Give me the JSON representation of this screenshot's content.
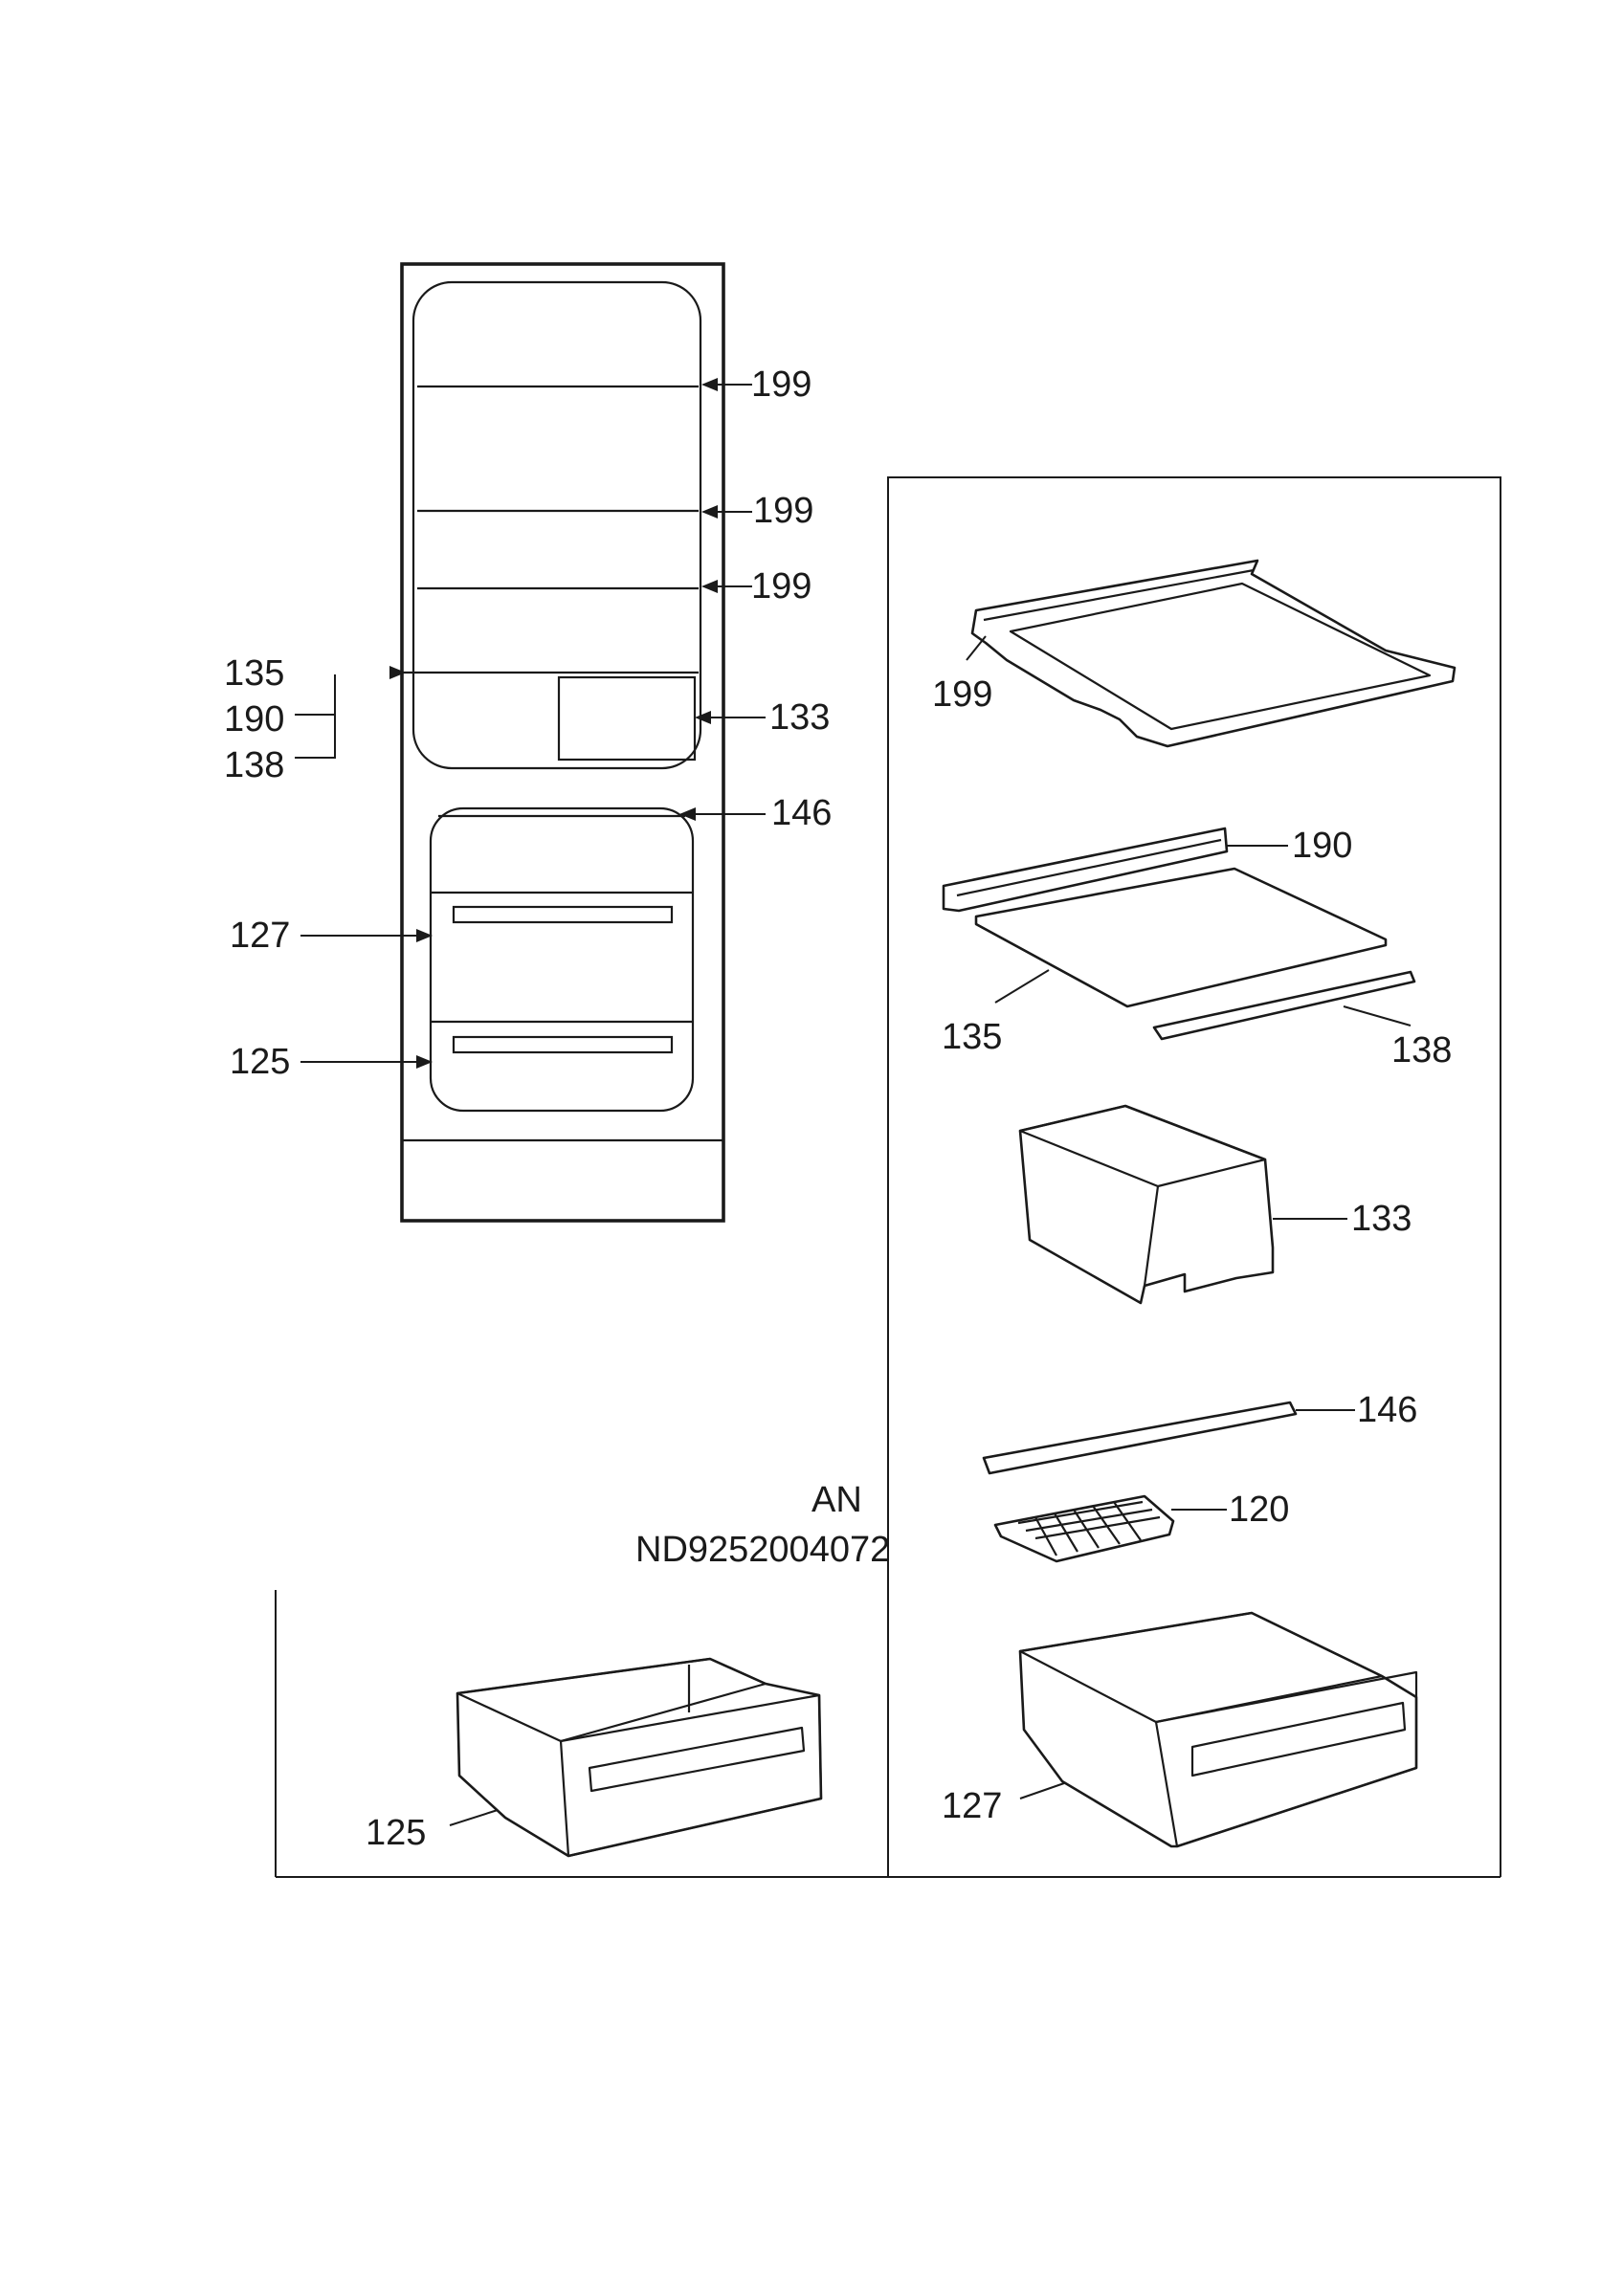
{
  "callouts": {
    "overview_199_top": "199",
    "overview_199_mid": "199",
    "overview_199_low": "199",
    "overview_135": "135",
    "overview_190": "190",
    "overview_138": "138",
    "overview_133": "133",
    "overview_146": "146",
    "overview_127": "127",
    "overview_125": "125",
    "part_199": "199",
    "part_190": "190",
    "part_135": "135",
    "part_138": "138",
    "part_133": "133",
    "part_146": "146",
    "part_120": "120",
    "part_127": "127",
    "part_125": "125"
  },
  "footer": {
    "code": "AN",
    "document_number": "ND9252004072"
  }
}
